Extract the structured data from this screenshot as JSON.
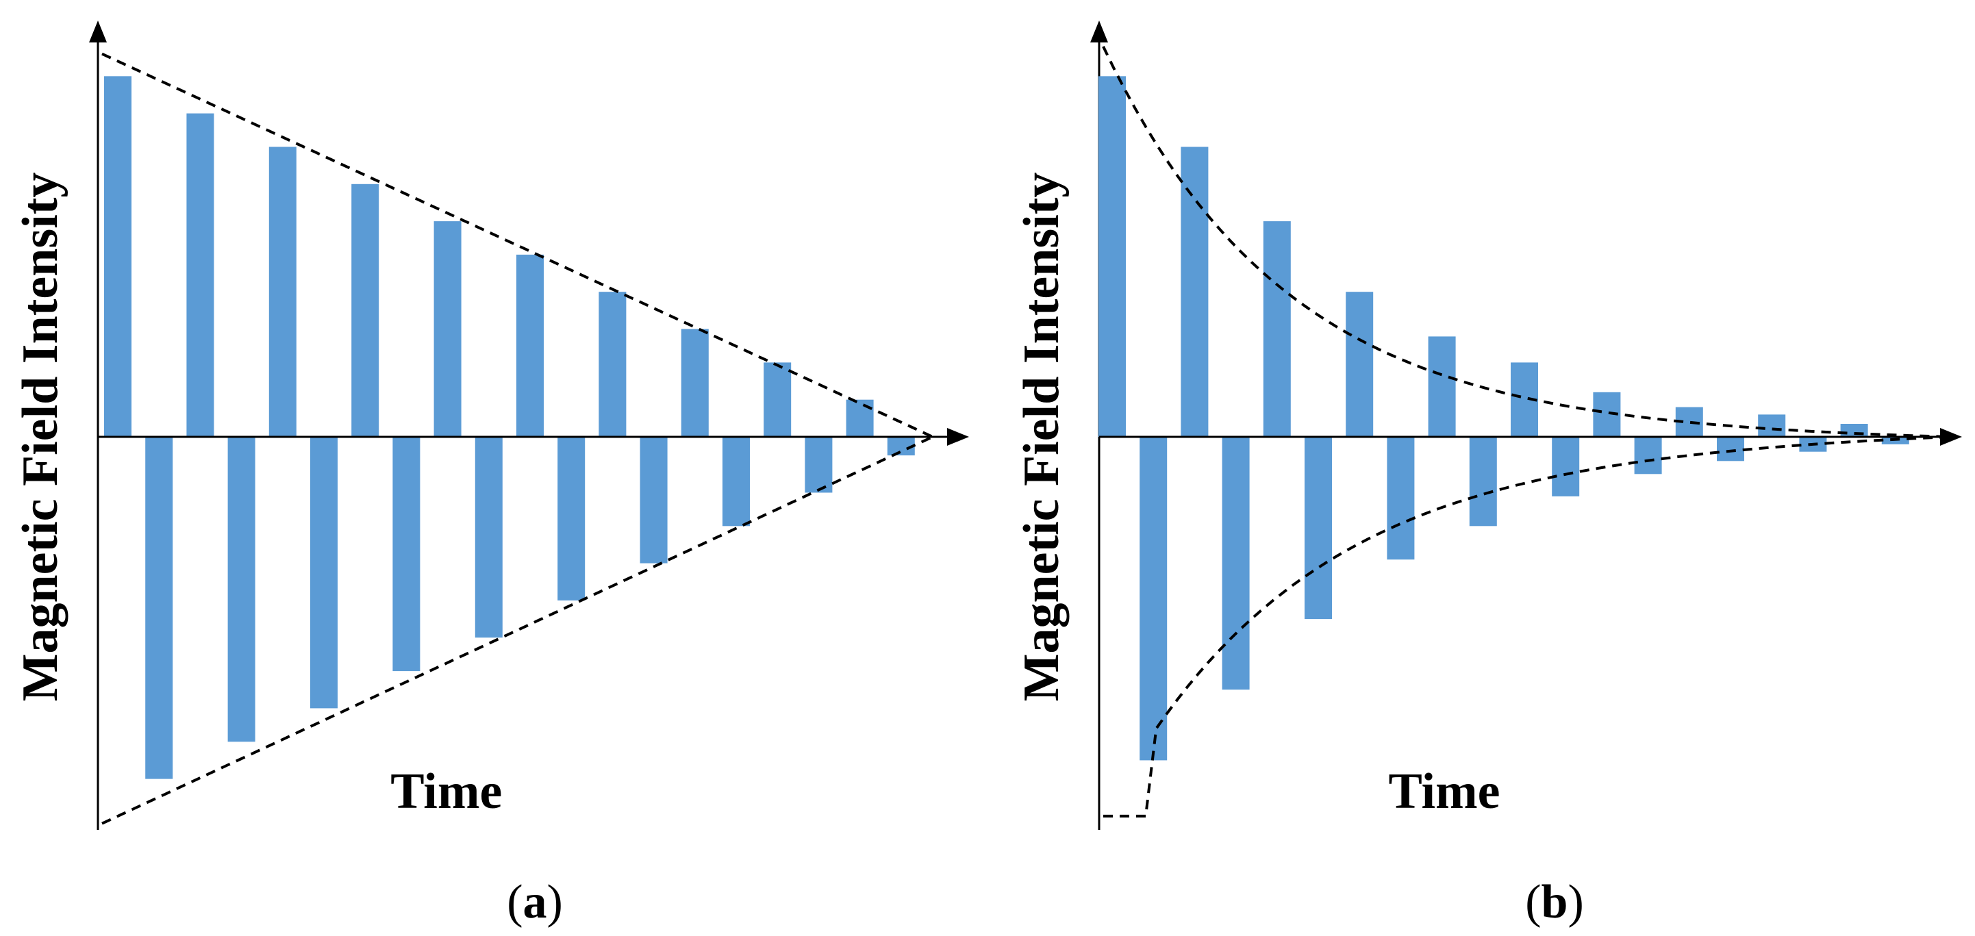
{
  "chart_data": [
    {
      "type": "bar",
      "panel": "a",
      "caption": "a",
      "xlabel": "Time",
      "ylabel": "Magnetic Field Intensity",
      "envelope": "linear",
      "ylim": [
        -1.0,
        1.0
      ],
      "x": [
        1,
        2,
        3,
        4,
        5,
        6,
        7,
        8,
        9,
        10,
        11,
        12,
        13,
        14,
        15,
        16,
        17,
        18,
        19,
        20
      ],
      "values": [
        0.97,
        -0.92,
        0.87,
        -0.82,
        0.78,
        -0.73,
        0.68,
        -0.63,
        0.58,
        -0.54,
        0.49,
        -0.44,
        0.39,
        -0.34,
        0.29,
        -0.24,
        0.2,
        -0.15,
        0.1,
        -0.05
      ],
      "colors": {
        "bar": "#5B9BD5",
        "envelope": "#000000"
      },
      "grid": false,
      "legend": "none"
    },
    {
      "type": "bar",
      "panel": "b",
      "caption": "b",
      "xlabel": "Time",
      "ylabel": "Magnetic Field Intensity",
      "envelope": "exponential",
      "ylim": [
        -1.0,
        1.0
      ],
      "x": [
        1,
        2,
        3,
        4,
        5,
        6,
        7,
        8,
        9,
        10,
        11,
        12,
        13,
        14,
        15,
        16,
        17,
        18,
        19,
        20
      ],
      "values": [
        0.97,
        -0.87,
        0.78,
        -0.68,
        0.58,
        -0.49,
        0.39,
        -0.33,
        0.27,
        -0.24,
        0.2,
        -0.16,
        0.12,
        -0.1,
        0.08,
        -0.065,
        0.06,
        -0.04,
        0.035,
        -0.02
      ],
      "colors": {
        "bar": "#5B9BD5",
        "envelope": "#000000"
      },
      "grid": false,
      "legend": "none"
    }
  ]
}
